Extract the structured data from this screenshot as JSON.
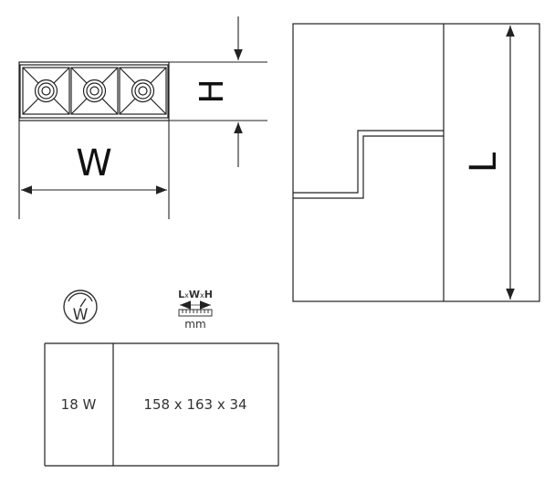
{
  "dimensions": {
    "width_symbol": "W",
    "height_symbol": "H",
    "length_symbol": "L"
  },
  "icons": {
    "power": {
      "symbol": "W"
    },
    "size": {
      "title_l": "L",
      "title_x1": "x",
      "title_w": "W",
      "title_x2": "x",
      "title_h": "H",
      "unit": "mm"
    }
  },
  "specs": {
    "power": "18 W",
    "size": "158 x 163 x 34"
  }
}
